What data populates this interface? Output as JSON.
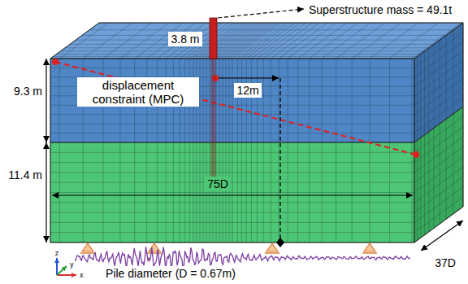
{
  "diagram": {
    "labels": [
      "Superstructure mass = 49.1t",
      "3.8 m",
      "9.3 m",
      "12m",
      "displacement constraint (MPC)",
      "11.4 m",
      "75D",
      "z",
      "x",
      "y",
      "Pile diameter (D = 0.67m)",
      "37D"
    ]
  }
}
